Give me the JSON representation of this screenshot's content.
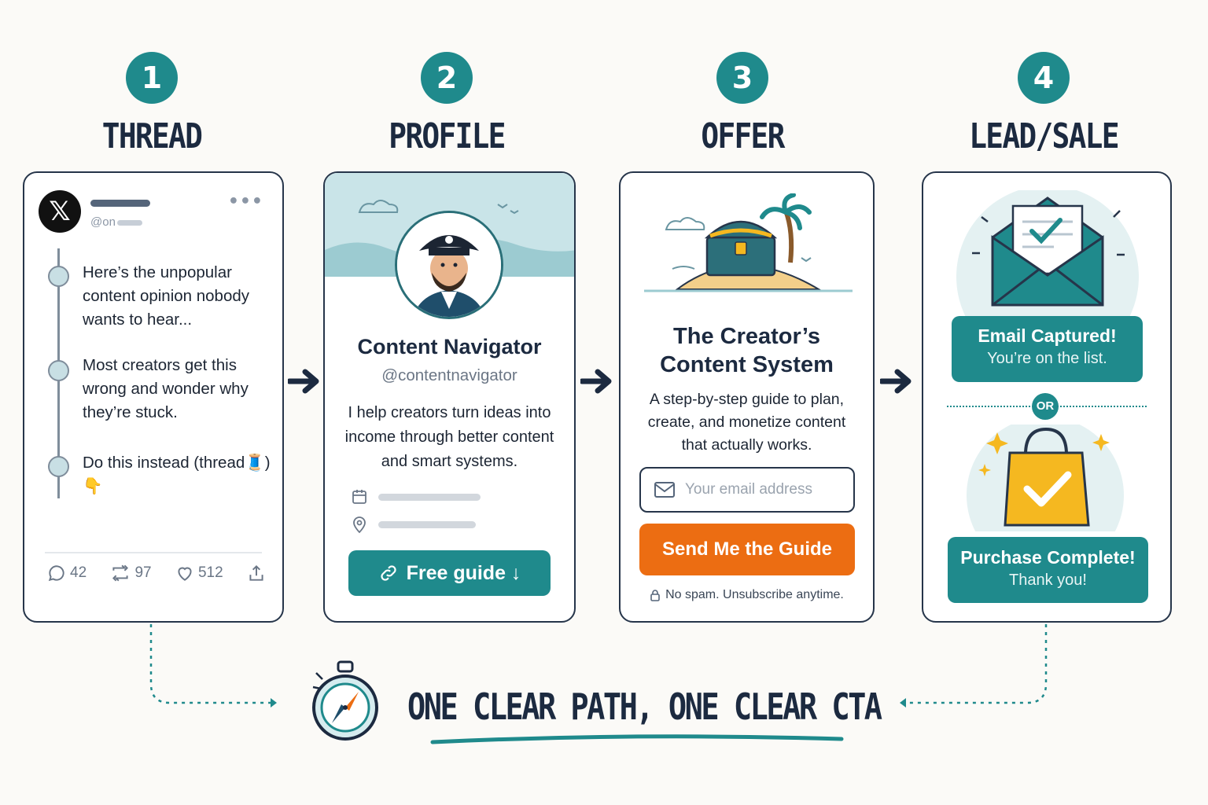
{
  "steps": [
    {
      "number": "1",
      "title": "THREAD"
    },
    {
      "number": "2",
      "title": "PROFILE"
    },
    {
      "number": "3",
      "title": "OFFER"
    },
    {
      "number": "4",
      "title": "LEAD/SALE"
    }
  ],
  "thread": {
    "handle": "@on",
    "posts": [
      "Here’s the unpopular content opinion nobody wants to hear...",
      "Most creators get this wrong and wonder why they’re stuck.",
      "Do this instead (thread🧵) 👇"
    ],
    "stats": {
      "replies": "42",
      "reposts": "97",
      "likes": "512"
    }
  },
  "profile": {
    "name": "Content Navigator",
    "handle": "@contentnavigator",
    "bio": "I help creators turn ideas into income through better content and smart systems.",
    "button": "Free guide ↓"
  },
  "offer": {
    "title_line1": "The Creator’s",
    "title_line2": "Content System",
    "description": "A step-by-step guide to plan, create, and monetize content that actually works.",
    "email_placeholder": "Your email address",
    "button": "Send Me the Guide",
    "note": "No spam. Unsubscribe anytime."
  },
  "result": {
    "email_title": "Email Captured!",
    "email_sub": "You’re on the list.",
    "or": "OR",
    "purchase_title": "Purchase Complete!",
    "purchase_sub": "Thank you!"
  },
  "tagline": "ONE CLEAR PATH, ONE CLEAR CTA",
  "colors": {
    "teal": "#1f8a8c",
    "orange": "#ec6d12",
    "navy": "#1c2a40",
    "gold": "#f5b820"
  }
}
